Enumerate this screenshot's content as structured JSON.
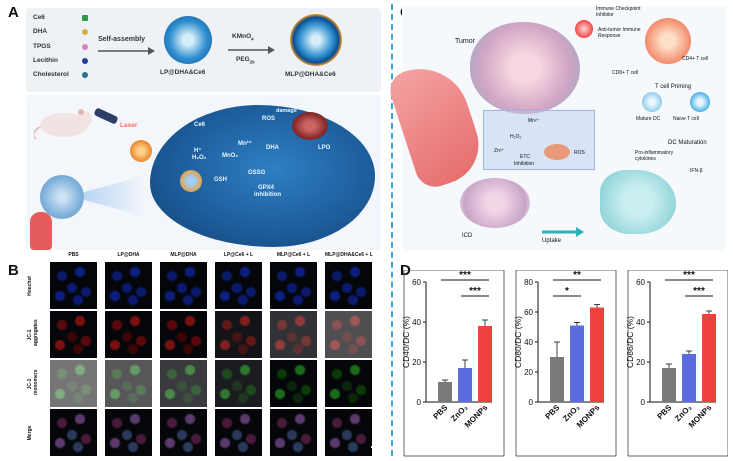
{
  "panels": {
    "a": "A",
    "b": "B",
    "c": "C",
    "d": "D"
  },
  "panel_a": {
    "legend": [
      "Ce6",
      "DHA",
      "TPGS",
      "Lecithin",
      "Cholesterol"
    ],
    "legend_colors": [
      "#2e9d4a",
      "#d6b13a",
      "#d97fc0",
      "#1f3fa0",
      "#2a6f8f"
    ],
    "step1": "Self-assembly",
    "step2_line1": "KMnO",
    "step2_line1_sub": "4",
    "step2_line2": "PEG",
    "step2_line2_sub": "2k",
    "np1_label": "LP@DHA&Ce6",
    "np2_label": "MLP@DHA&Ce6",
    "laser": "Laser",
    "mechanism": {
      "ce6": "Ce6",
      "ros": "ROS",
      "mito": "Mitochondria",
      "mito2": "damage",
      "h": "H⁺",
      "h2o2": "H₂O₂",
      "mno2": "MnO₂",
      "mn2": "Mn²⁺",
      "dha": "DHA",
      "lpo": "LPO",
      "gsh": "GSH",
      "gssg": "GSSG",
      "gpx4": "GPX4",
      "inhibition": "inhibition"
    }
  },
  "panel_b": {
    "columns": [
      "PBS",
      "LP@DHA",
      "MLP@DHA",
      "LP@Ce6 + L",
      "MLP@Ce6 + L",
      "MLP@DHA&Ce6 + L"
    ],
    "rows": [
      "Hoechst",
      "JC-1 aggregates",
      "JC-1 monomers",
      "Merge"
    ]
  },
  "panel_c": {
    "tumor": "Tumor",
    "checkpoint": "Immune Checkpoint Inhibitor",
    "antitumor": "Anti-tumor Immune Response",
    "cd8": "CD8+ T cell",
    "cd4": "CD4+ T cell",
    "tpriming": "T cell Priming",
    "naive": "Naive T cell",
    "mature_dc": "Mature DC",
    "dc_maturation": "DC Maturation",
    "cytokines": "Pro-inflammatory cytokines",
    "ifn": "IFN-β",
    "icd": "ICD",
    "uptake": "Uptake",
    "mn": "Mn²⁺",
    "h2o2": "H₂O₂",
    "zn": "Zn²⁺",
    "etc": "ETC",
    "etc2": "Inhibition",
    "ros": "ROS"
  },
  "chart_data": [
    {
      "type": "bar",
      "categories": [
        "PBS",
        "ZnO₂",
        "MONPs"
      ],
      "values": [
        10,
        17,
        38
      ],
      "errors": [
        1,
        4,
        3
      ],
      "ylabel": "CD40/DC (%)",
      "ylim": [
        0,
        60
      ],
      "yticks": [
        "0",
        "20",
        "40",
        "60"
      ],
      "colors": [
        "#7a7a7a",
        "#5b6be0",
        "#f0423c"
      ],
      "significance": [
        {
          "from": 0,
          "to": 2,
          "label": "***"
        },
        {
          "from": 1,
          "to": 2,
          "label": "***"
        }
      ]
    },
    {
      "type": "bar",
      "categories": [
        "PBS",
        "ZnO₂",
        "MONPs"
      ],
      "values": [
        30,
        51,
        63
      ],
      "errors": [
        10,
        2,
        2
      ],
      "ylabel": "CD80/DC (%)",
      "ylim": [
        0,
        80
      ],
      "yticks": [
        "0",
        "20",
        "40",
        "60",
        "80"
      ],
      "colors": [
        "#7a7a7a",
        "#5b6be0",
        "#f0423c"
      ],
      "significance": [
        {
          "from": 0,
          "to": 2,
          "label": "**"
        },
        {
          "from": 0,
          "to": 1,
          "label": "*"
        }
      ]
    },
    {
      "type": "bar",
      "categories": [
        "PBS",
        "ZnO₂",
        "MONPs"
      ],
      "values": [
        17,
        24,
        44
      ],
      "errors": [
        2,
        1.5,
        1.5
      ],
      "ylabel": "CD86/DC (%)",
      "ylim": [
        0,
        60
      ],
      "yticks": [
        "0",
        "20",
        "40",
        "60"
      ],
      "colors": [
        "#7a7a7a",
        "#5b6be0",
        "#f0423c"
      ],
      "significance": [
        {
          "from": 0,
          "to": 2,
          "label": "***"
        },
        {
          "from": 1,
          "to": 2,
          "label": "***"
        }
      ]
    }
  ]
}
